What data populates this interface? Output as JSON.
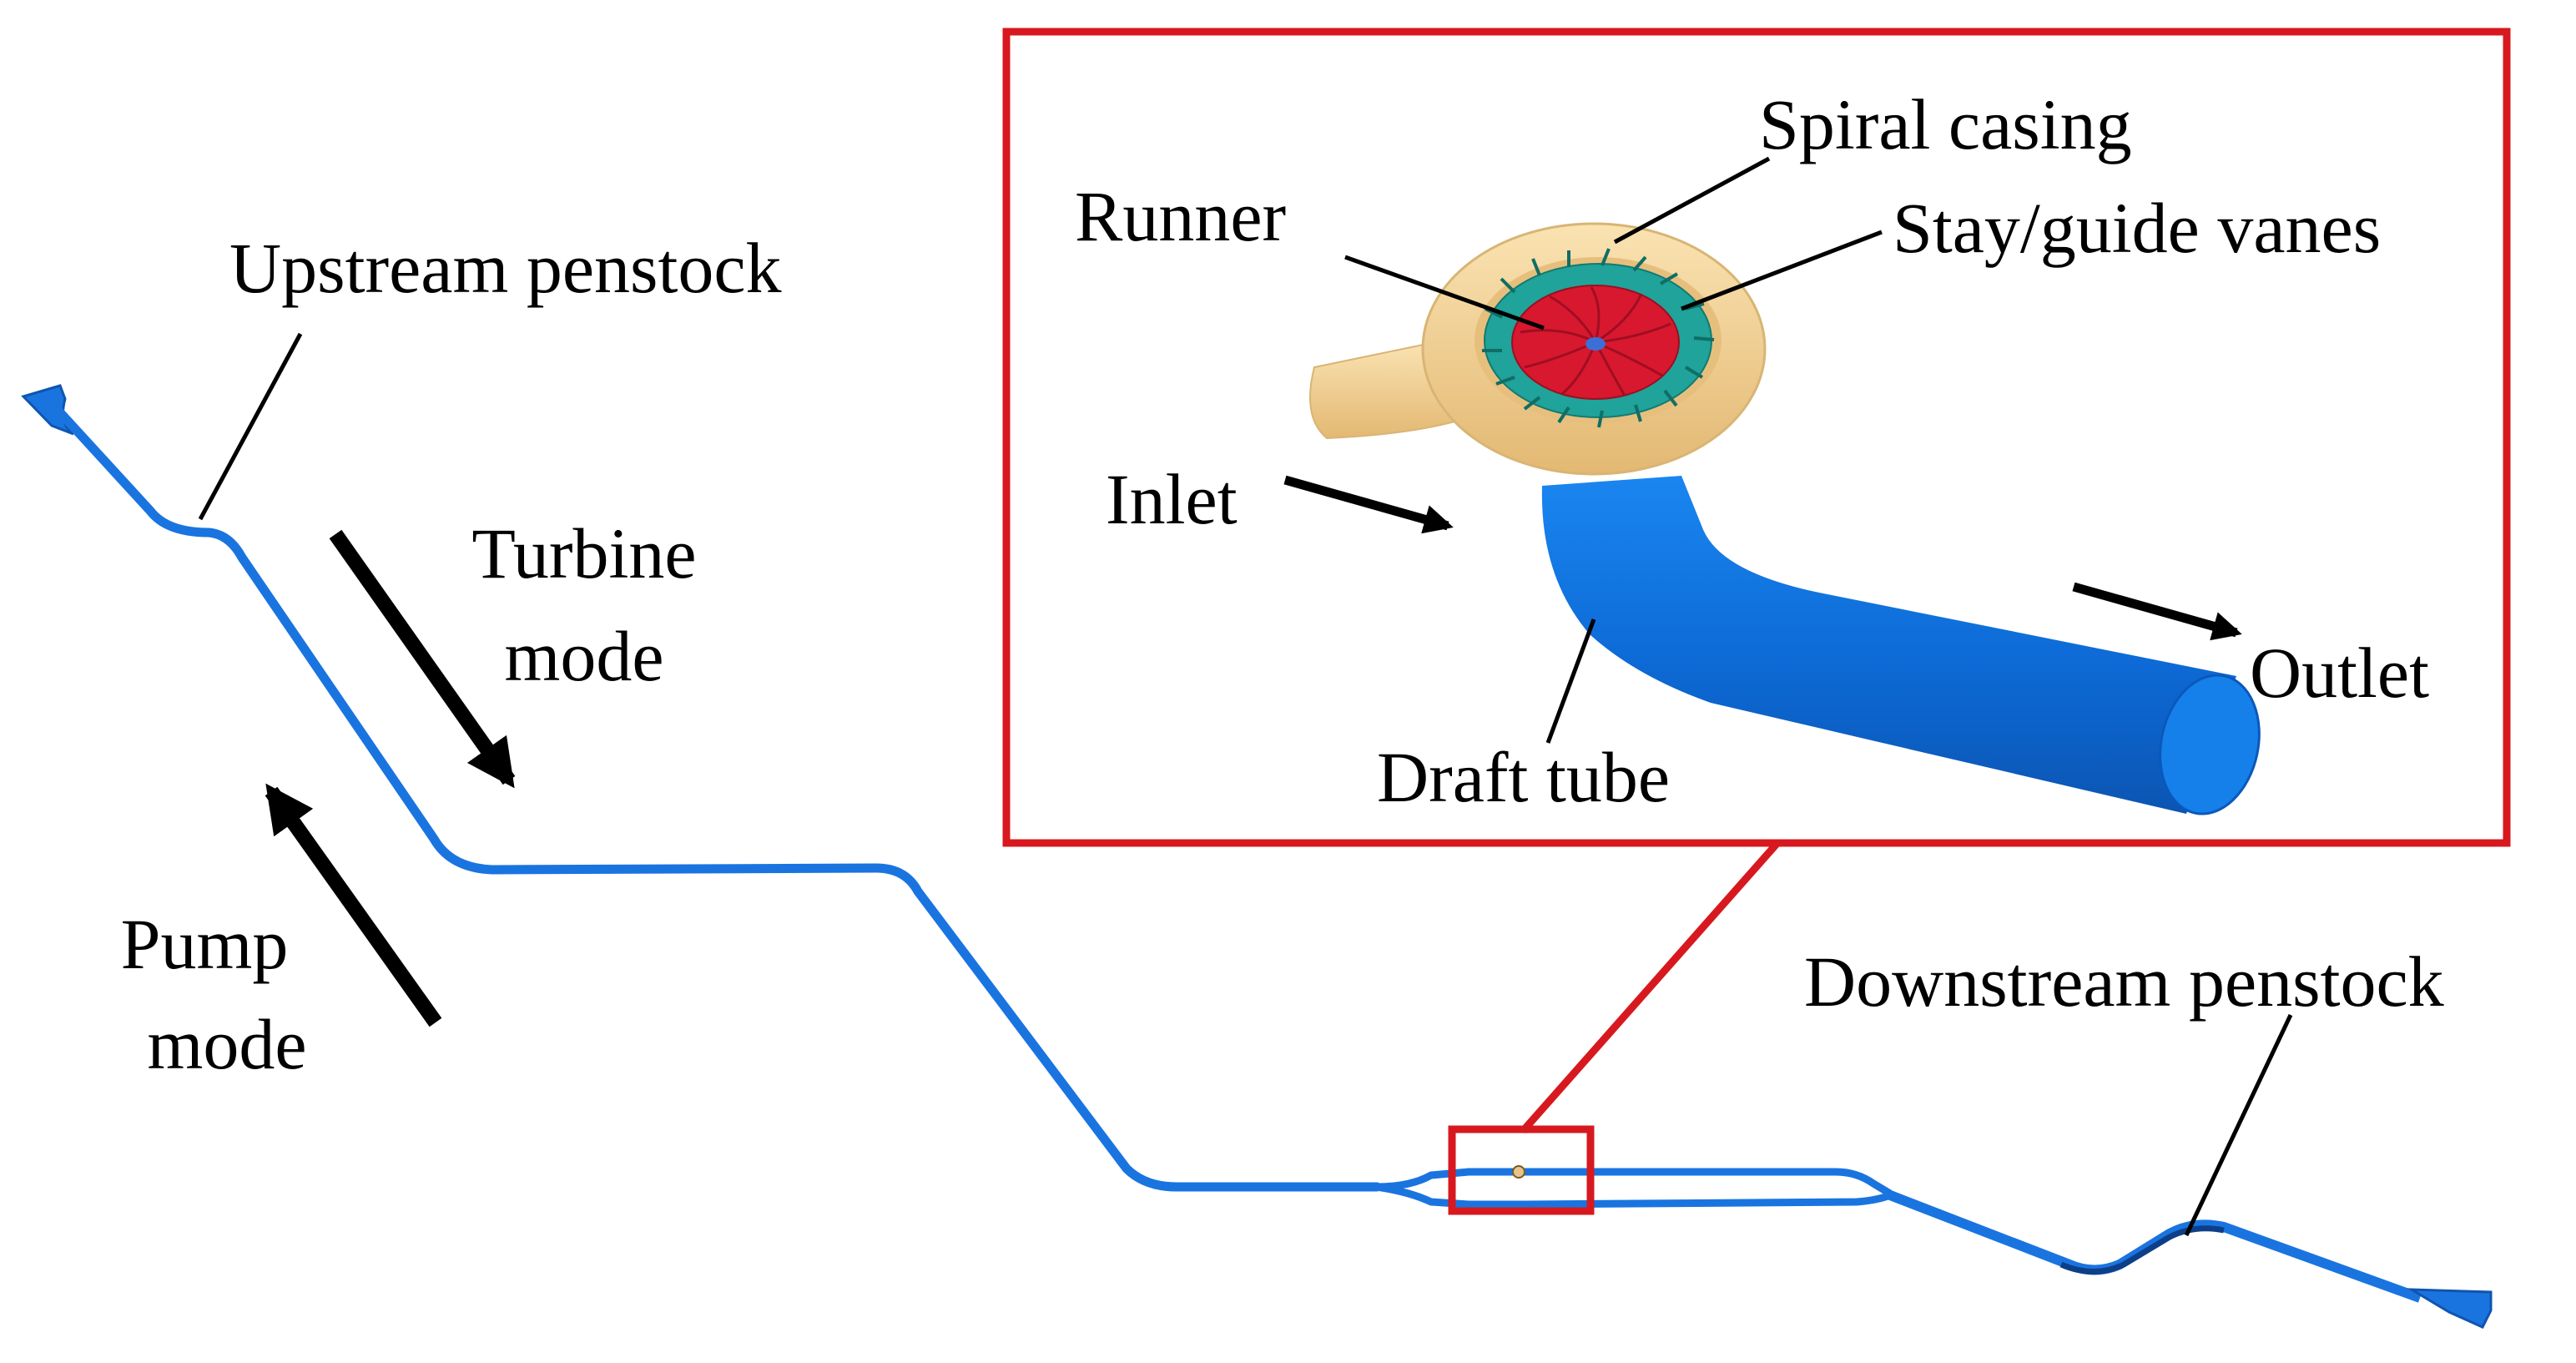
{
  "labels": {
    "upstream_penstock": "Upstream penstock",
    "turbine_mode_line1": "Turbine",
    "turbine_mode_line2": "mode",
    "pump_mode_line1": "Pump",
    "pump_mode_line2": "mode",
    "downstream_penstock": "Downstream penstock",
    "spiral_casing": "Spiral casing",
    "runner": "Runner",
    "stay_guide_vanes": "Stay/guide vanes",
    "inlet": "Inlet",
    "outlet": "Outlet",
    "draft_tube": "Draft tube"
  },
  "colors": {
    "pipe_blue": "#1a74e0",
    "pipe_dark": "#0d3f88",
    "highlight_red": "#d7191f",
    "casing_tan": "#f4d295",
    "vane_teal": "#1fa39a",
    "runner_red": "#d8182f",
    "arrow_black": "#000000"
  }
}
